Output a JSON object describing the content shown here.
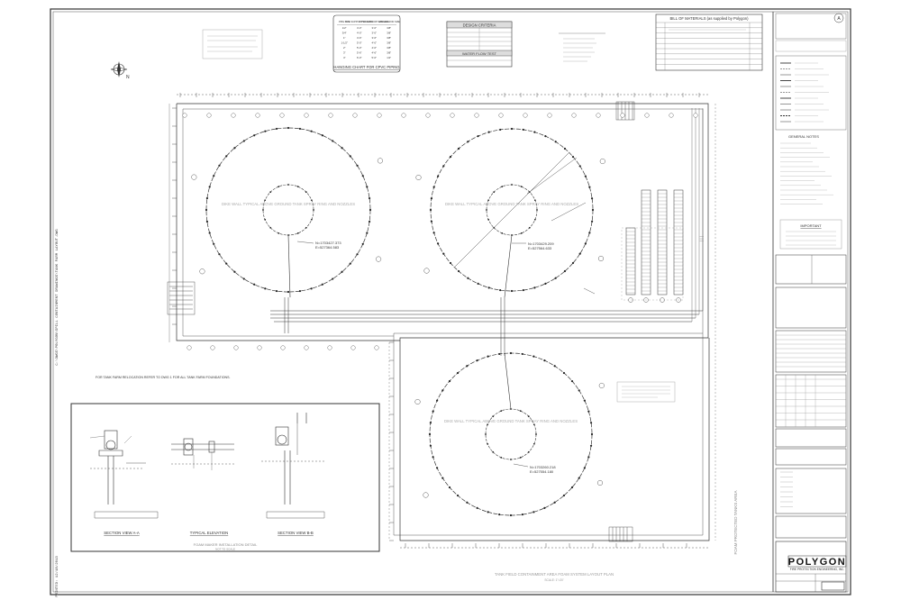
{
  "sheet": {
    "side_note_left": "C:\\DWGS\\POLYGON\\SPILL CONTAINMENT DRAWINGS\\TANK FARM LAYOUT.DWG",
    "print_stamp": "PRINTED: 12/18/2013"
  },
  "hanging_chart": {
    "title": "HANGING CHART FOR CPVC PIPING",
    "headers": [
      "PIPE SIZE",
      "PVC SUPPORT SPACING",
      "CPVC SUPPORT SPACING",
      "HANGER ROD SIZE"
    ],
    "rows": [
      [
        "1/2\"",
        "4'-0\"",
        "3'-0\"",
        "3/8\""
      ],
      [
        "3/4\"",
        "4'-0\"",
        "3'-0\"",
        "3/8\""
      ],
      [
        "1\"",
        "4'-6\"",
        "3'-6\"",
        "3/8\""
      ],
      [
        "1-1/2\"",
        "5'-0\"",
        "4'-0\"",
        "3/8\""
      ],
      [
        "2\"",
        "5'-0\"",
        "4'-0\"",
        "3/8\""
      ],
      [
        "3\"",
        "5'-6\"",
        "4'-6\"",
        "3/8\""
      ],
      [
        "4\"",
        "6'-0\"",
        "5'-0\"",
        "1/2\""
      ]
    ]
  },
  "design_criteria": {
    "title": "DESIGN CRITERIA",
    "subtitle": "WATER FLOW TEST"
  },
  "bill_of_materials": {
    "title": "BILL OF MATERIALS (as supplied by Polygon)"
  },
  "notes": {
    "heading": "GENERAL NOTES",
    "important_heading": "IMPORTANT",
    "left_note": "FOR TANK FARM RELOCATION REFER TO DWG 1 FOR ALL TANK FARM FOUNDATIONS."
  },
  "plan": {
    "tank_label_1": "DIKE WALL TYPICAL ABOVE GROUND TANK SPRAY RING AND NOZZLES",
    "tank_label_2": "DIKE WALL TYPICAL ABOVE GROUND TANK SPRAY RING AND NOZZLES",
    "tank_label_3": "DIKE WALL TYPICAL ABOVE GROUND TANK SPRAY RING AND NOZZLES",
    "coord_1": "N=1703427.373\nE=527364.583",
    "coord_2": "N=1703429.209\nE=527564.633",
    "coord_3": "N=1703260.218\nE=527554.180",
    "plan_title": "TANK FIELD CONTAINMENT AREA FOAM SYSTEM LAYOUT PLAN",
    "plan_scale": "SCALE: 1\"=20'",
    "side_text": "FOAM PROTECTED TANKS AREA"
  },
  "details": {
    "section_a": "SECTION VIEW A-A",
    "typical_elevation": "TYPICAL ELEVATION",
    "section_b": "SECTION VIEW B-B",
    "detail_caption": "FOAM MAKER INSTALLATION DETAIL",
    "detail_scale": "NOT TO SCALE"
  },
  "title_block": {
    "company": "POLYGON",
    "subtitle": "FIRE PROTECTION ENGINEERING, INC."
  },
  "colors": {
    "ink": "#333333",
    "paper": "#ffffff",
    "faint": "#9a9a9a"
  }
}
